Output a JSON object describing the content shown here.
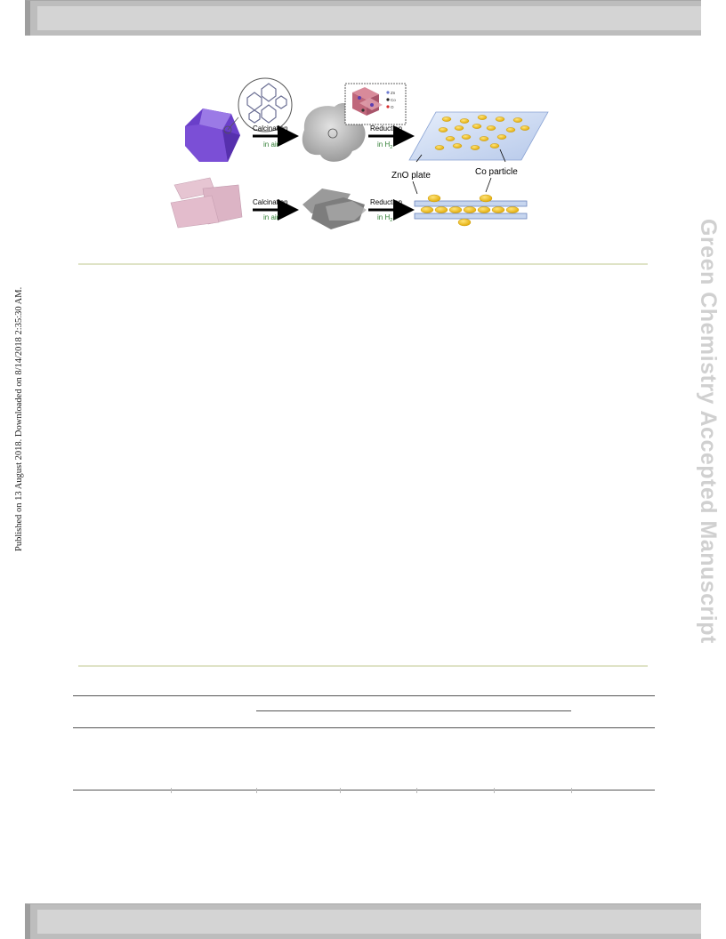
{
  "margin_left_text": "Published on 13 August 2018. Downloaded on 8/14/2018 2:35:30 AM.",
  "margin_right_text": "Green Chemistry Accepted Manuscript",
  "figure": {
    "row1_step1_top": "Calcination",
    "row1_step1_bottom": "in air",
    "row1_step2_top": "Reduction",
    "row1_step2_bottom": "in H",
    "row1_step2_sub": "2",
    "row2_step1_top": "Calcination",
    "row2_step1_bottom": "in air",
    "row2_step2_top": "Reduction",
    "row2_step2_bottom": "in H",
    "row2_step2_sub": "2",
    "label_zno_plate": "ZnO plate",
    "label_co_particle": "Co particle",
    "legend_zn": "Zn",
    "legend_co": "Co",
    "legend_o": "O"
  },
  "colors": {
    "header_bar": "#bdbdbd",
    "rule": "#dfe3c6",
    "polyhedron": "#7b4fd6",
    "pink_plate": "#e3bccc",
    "gray_plate": "#8c8c8c",
    "zno_plate": "#c7d6ef",
    "co_particle": "#f2c21a",
    "green_text": "#2f7d32"
  }
}
